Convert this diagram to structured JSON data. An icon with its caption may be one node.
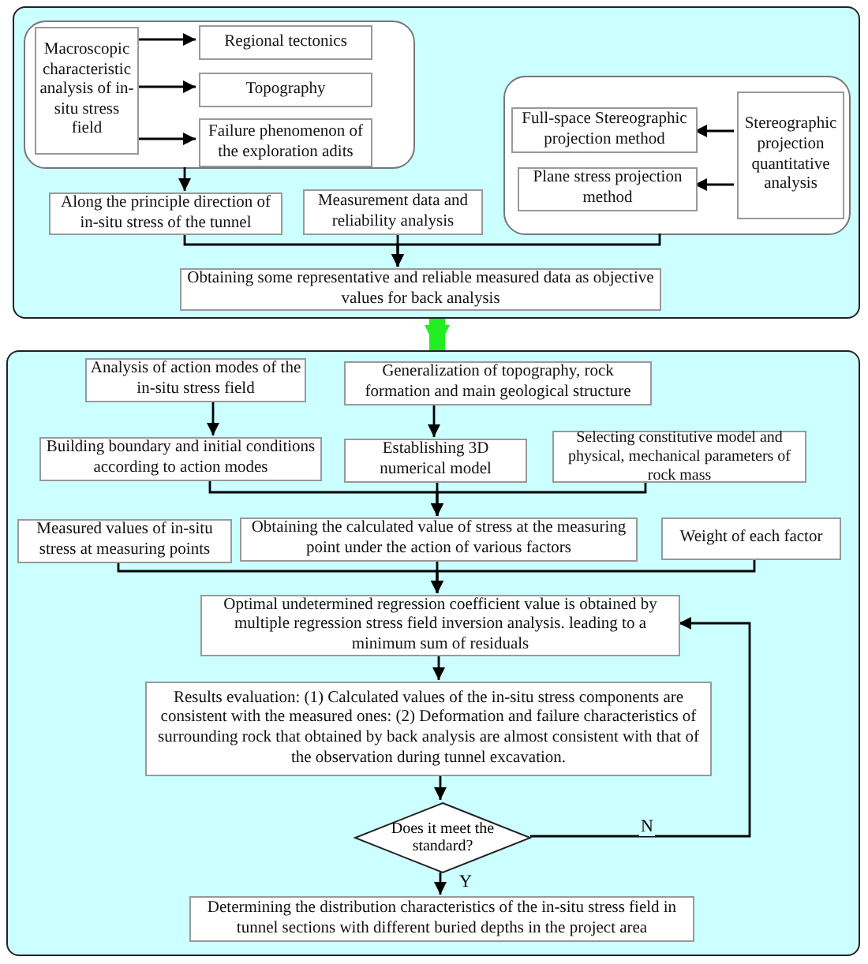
{
  "diagram": {
    "nodes": [
      {
        "text": [],
        "shape": "box"
      },
      {
        "text": [],
        "shape": "box",
        "in": 0
      },
      {
        "text": [
          "Macroscopic characteristic analysis of in-situ stress field"
        ],
        "in": 1
      },
      {
        "text": [
          "Regional tectonics"
        ],
        "in": 1
      },
      {
        "text": [
          "Topography"
        ],
        "in": 1
      },
      {
        "text": [
          "Failure phenomenon of the exploration adits"
        ],
        "in": 1
      },
      {
        "text": [],
        "shape": "box",
        "in": 0
      },
      {
        "text": [
          "Full-space Stereographic projection method"
        ],
        "in": 6
      },
      {
        "text": [
          "Plane stress projection method"
        ],
        "in": 6
      },
      {
        "text": [
          "Stereographic projection quantitative analysis"
        ],
        "in": 6
      },
      {
        "text": [
          "Along the principle direction of in-situ stress of the tunnel"
        ],
        "in": 0
      },
      {
        "text": [
          "Measurement data and reliability analysis"
        ],
        "in": 0
      },
      {
        "text": [
          "Obtaining some representative and reliable measured data as objective values for back analysis"
        ],
        "in": 0
      },
      {
        "text": [],
        "shape": "box"
      },
      {
        "text": [
          "Analysis of action modes of the in-situ stress field"
        ],
        "in": 13
      },
      {
        "text": [
          "Generalization of topography, rock formation and main geological structure"
        ],
        "in": 13
      },
      {
        "text": [
          "Building boundary and initial conditions according to action modes"
        ],
        "in": 13
      },
      {
        "text": [
          "Establishing 3D numerical model"
        ],
        "in": 13
      },
      {
        "text": [
          "Selecting constitutive model and physical, mechanical parameters of rock mass"
        ],
        "in": 13
      },
      {
        "text": [
          "Measured values of in-situ stress at measuring points"
        ],
        "in": 13
      },
      {
        "text": [
          "Obtaining the calculated value of stress at the measuring point under the action of various factors"
        ],
        "in": 13
      },
      {
        "text": [
          "Weight of each factor"
        ],
        "in": 13
      },
      {
        "text": [
          "Optimal undetermined regression coefficient value is obtained by multiple regression stress field inversion analysis. leading to a minimum sum of residuals"
        ],
        "in": 13
      },
      {
        "text": [
          "Results evaluation: (1) Calculated values of the in-situ stress components are consistent with the measured ones:  (2) Deformation and failure characteristics of surrounding rock that obtained by back analysis are almost consistent with that of the observation during  tunnel excavation."
        ],
        "in": 13
      },
      {
        "text": [
          "Does it meet the standard?"
        ],
        "in": 13
      },
      {
        "text": [
          "Determining the distribution characteristics of the in-situ stress field in tunnel sections with different buried depths in the project area"
        ],
        "in": 13
      }
    ],
    "edges": [
      {
        "from": 2,
        "to": 3,
        "arrow": "to"
      },
      {
        "from": 2,
        "to": 4,
        "arrow": "to"
      },
      {
        "from": 2,
        "to": 5,
        "arrow": "to"
      },
      {
        "from": 1,
        "to": 10,
        "arrow": "to"
      },
      {
        "from": 9,
        "to": 7,
        "arrow": "to"
      },
      {
        "from": 9,
        "to": 8,
        "arrow": "to"
      },
      {
        "from": 10,
        "to": 12,
        "arrow": "to"
      },
      {
        "from": 11,
        "to": 12,
        "arrow": "to"
      },
      {
        "from": 6,
        "to": 12,
        "arrow": "to"
      },
      {
        "from": 0,
        "to": 13,
        "arrow": "to",
        "style": "thick",
        "color": "#22ee22"
      },
      {
        "from": 14,
        "to": 16,
        "arrow": "to"
      },
      {
        "from": 15,
        "to": 17,
        "arrow": "to"
      },
      {
        "from": 16,
        "to": 20,
        "arrow": "to"
      },
      {
        "from": 17,
        "to": 20,
        "arrow": "to"
      },
      {
        "from": 18,
        "to": 20,
        "arrow": "to"
      },
      {
        "from": 19,
        "to": 22,
        "arrow": "to"
      },
      {
        "from": 20,
        "to": 22,
        "arrow": "to"
      },
      {
        "from": 21,
        "to": 22,
        "arrow": "to"
      },
      {
        "from": 22,
        "to": 23,
        "arrow": "to"
      },
      {
        "from": 23,
        "to": 24,
        "arrow": "to"
      },
      {
        "from": 24,
        "to": 25,
        "arrow": "to",
        "label": "Y"
      },
      {
        "from": 24,
        "to": 22,
        "arrow": "to",
        "label": "N"
      }
    ]
  }
}
